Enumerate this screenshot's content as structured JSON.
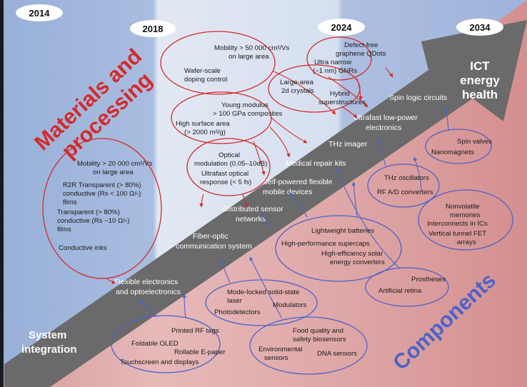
{
  "years": [
    "2014",
    "2018",
    "2024",
    "2034"
  ],
  "headings": {
    "materials_line1": "Materials and",
    "materials_line2": "processing",
    "components": "Components",
    "system_line1": "System",
    "system_line2": "integration",
    "goal_line1": "ICT",
    "goal_line2": "energy",
    "goal_line3": "health"
  },
  "arrow_labels": [
    "Spin logic circuits",
    "Ultrafast low-power",
    "electronics",
    "THz imager",
    "Medical repair kits",
    "Self-powered flexible",
    "mobile devices",
    "Distributed sensor",
    "networks",
    "Fiber-optic",
    "communication system",
    "Flexible electronics",
    "and optoelectronics"
  ],
  "materials": {
    "mob_large_1": "Mobility > 50 000 cm²/Vs",
    "mob_large_2": "on large area",
    "wafer_1": "Wafer-scale",
    "wafer_2": "doping control",
    "qdots_1": "Defect-free",
    "qdots_2": "graphene QDots",
    "gnr_1": "Ultra narrow",
    "gnr_2": "(~1 nm) GNRs",
    "crystals_1": "Large-area",
    "crystals_2": "2d crystals",
    "hybrid_1": "Hybrid",
    "hybrid_2": "superstructures",
    "young_1": "Young modulus",
    "young_2": "> 100 GPa composites",
    "surface_1": "High surface area",
    "surface_2": "(> 2000 m²/g)",
    "optical_1": "Optical",
    "optical_2": "modulation (0.05–10dB)",
    "optical_3": "Ultrafast optical",
    "optical_4": "response (< 5 fs)",
    "mob_20k_1": "Mobility > 20 000 cm²/Vs",
    "mob_20k_2": "on large area",
    "r2r_1": "R2R Transparent (> 80%)",
    "r2r_2": "conductive (Rs < 100 Ω/▫)",
    "r2r_3": "films",
    "transp_1": "Transparent (> 80%)",
    "transp_2": "conductive (Rs ~10 Ω/▫)",
    "transp_3": "films",
    "inks": "Conductive inks"
  },
  "components": {
    "spin_valves": "Spin valves",
    "nanomagnets": "Nanomagnets",
    "thz_osc": "THz oscillators",
    "rf_ad": "RF A/D converters",
    "nonvol_1": "Nonvolatile",
    "nonvol_2": "memories",
    "interconnects": "Interconnects in ICs",
    "tunnel_1": "Vertical tunnel FET",
    "tunnel_2": "arrays",
    "batteries": "Lightweight batteries",
    "supercaps": "High-performance supercaps",
    "solar_1": "High-efficiency solar",
    "solar_2": "energy converters",
    "prostheses": "Prostheses",
    "retina": "Artificial retina",
    "laser_1": "Mode-locked solid-state",
    "laser_2": "laser",
    "photodetectors": "Photodetectors",
    "modulators": "Modulators",
    "rf_tags": "Printed RF tags",
    "oled": "Foldable OLED",
    "epaper": "Rollable E-paper",
    "touch": "Touchscreen and displays",
    "food_1": "Food quality and",
    "food_2": "safety biosensors",
    "env_1": "Environmental",
    "env_2": "sensors",
    "dna": "DNA sensors"
  },
  "colors": {
    "materials_red": "#d42a2a",
    "components_blue": "#4b63c8",
    "arrow_gray": "#666666",
    "bg_blue": "#9db3d9",
    "bg_pink": "#d99a9a"
  }
}
